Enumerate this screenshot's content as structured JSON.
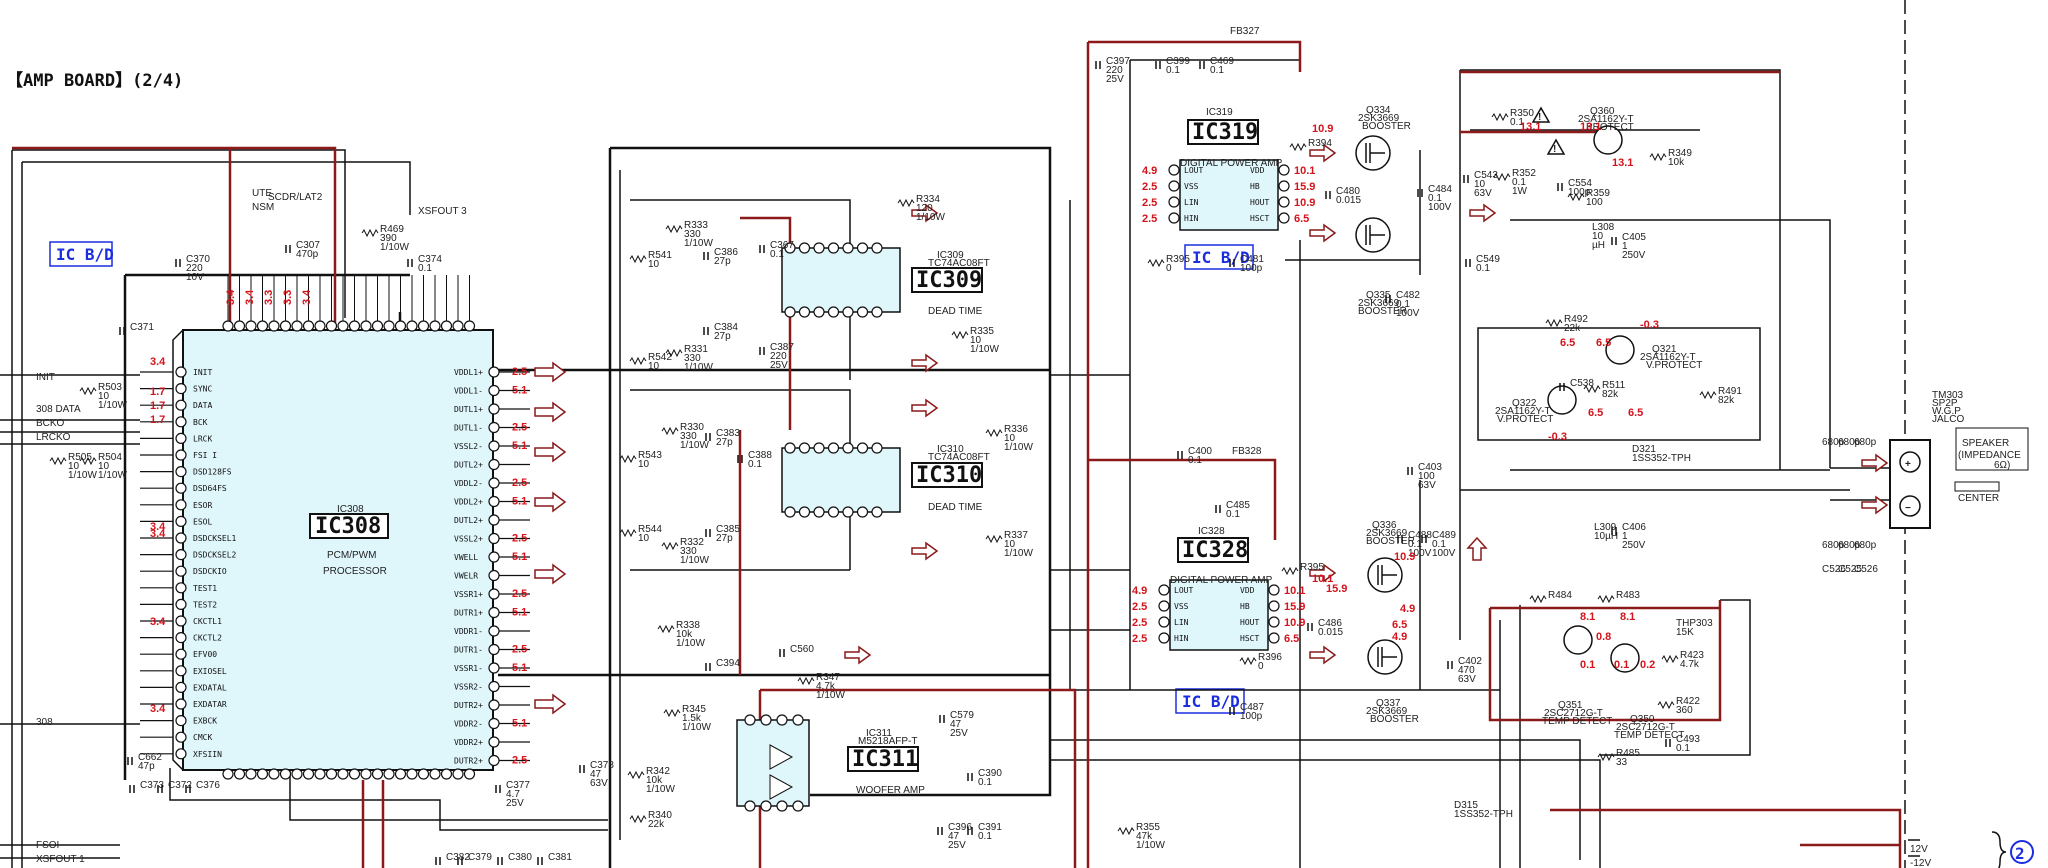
{
  "title": "【AMP BOARD】(2/4)",
  "ic_bd_label": "IC B/D",
  "ic308": {
    "ref": "IC308",
    "name": "IC308",
    "desc1": "PCM/PWM",
    "desc2": "PROCESSOR",
    "left_pins": [
      "INIT",
      "SYNC",
      "DATA",
      "BCK",
      "LRCK",
      "FSI I",
      "DSD128FS",
      "DSD64FS",
      "ESOR",
      "ESOL",
      "DSDCKSEL1",
      "DSDCKSEL2",
      "DSDCKIO",
      "TEST1",
      "TEST2",
      "CKCTL1",
      "CKCTL2",
      "EFV00",
      "EXIOSEL",
      "EXDATAL",
      "EXDATAR",
      "EXBCK",
      "CMCK",
      "XFSIIN"
    ],
    "right_pins": [
      "VDDL1+",
      "VDDL1-",
      "DUTL1+",
      "DUTL1-",
      "VSSL2-",
      "DUTL2+",
      "VDDL2-",
      "VDDL2+",
      "DUTL2+",
      "VSSL2+",
      "VWELL",
      "VWELR",
      "VSSR1+",
      "DUTR1+",
      "VDDR1-",
      "DUTR1-",
      "VSSR1-",
      "VSSR2-",
      "DUTR2+",
      "VDDR2-",
      "VDDR2+",
      "DUTR2+"
    ],
    "left_voltages": [
      "3.4",
      "1.7",
      "1.7",
      "1.7",
      "3.4",
      "3.4",
      "3.4",
      "3.4"
    ],
    "right_voltages": [
      "2.5",
      "5.1",
      "2.5",
      "5.1",
      "2.5",
      "5.1",
      "2.5",
      "5.1",
      "2.5",
      "5.1",
      "2.5",
      "5.1",
      "5.1",
      "2.5"
    ],
    "top_voltages": [
      "3.4",
      "3.4",
      "3.3",
      "3.3",
      "3.4"
    ]
  },
  "left_signals": [
    "INIT",
    "308 DATA",
    "BCKO",
    "LRCKO",
    "308",
    "FSOI",
    "XSFOUT 1"
  ],
  "top_labels": [
    "UTE",
    "NSM",
    "SCDR/LAT2",
    "XSFOUT 3"
  ],
  "ic309": {
    "ref": "IC309",
    "part": "TC74AC08FT",
    "name": "IC309",
    "desc": "DEAD TIME"
  },
  "ic310": {
    "ref": "IC310",
    "part": "TC74AC08FT",
    "name": "IC310",
    "desc": "DEAD TIME"
  },
  "ic311": {
    "ref": "IC311",
    "part": "M5218AFP-T",
    "name": "IC311",
    "desc": "WOOFER AMP"
  },
  "ic319": {
    "ref": "IC319",
    "name": "IC319",
    "desc": "DIGITAL POWER AMP",
    "pins": [
      "LOUT",
      "VSS",
      "LIN",
      "HIN"
    ],
    "pins_r": [
      "VDD",
      "HB",
      "HOUT",
      "HSCT"
    ],
    "volts_l": [
      "4.9",
      "2.5",
      "2.5",
      "2.5"
    ],
    "volts_r": [
      "10.1",
      "15.9",
      "10.9",
      "6.5"
    ]
  },
  "ic328": {
    "ref": "IC328",
    "name": "IC328",
    "desc": "DIGITAL POWER AMP",
    "pins": [
      "LOUT",
      "VSS",
      "LIN",
      "HIN"
    ],
    "pins_r": [
      "VDD",
      "HB",
      "HOUT",
      "HSCT"
    ],
    "volts_l": [
      "4.9",
      "2.5",
      "2.5",
      "2.5"
    ],
    "volts_r": [
      "10.1",
      "15.9",
      "10.9",
      "6.5"
    ]
  },
  "transistors": {
    "q334": {
      "ref": "Q334",
      "part": "2SK3669",
      "role": "BOOSTER"
    },
    "q335": {
      "ref": "Q335",
      "part": "2SK3669",
      "role": "BOOSTER"
    },
    "q336": {
      "ref": "Q336",
      "part": "2SK3669",
      "role": "BOOSTER"
    },
    "q337": {
      "ref": "Q337",
      "part": "2SK3669",
      "role": "BOOSTER"
    },
    "q360": {
      "ref": "Q360",
      "part": "2SA1162Y-T",
      "role": "PROTECT"
    },
    "q321": {
      "ref": "Q321",
      "part": "2SA1162Y-T",
      "role": "V.PROTECT"
    },
    "q322": {
      "ref": "Q322",
      "part": "2SA1162Y-T",
      "role": "V.PROTECT"
    },
    "q351": {
      "ref": "Q351",
      "part": "2SC2712G-T",
      "role": "TEMP DETECT"
    },
    "q350": {
      "ref": "Q350",
      "part": "2SC2712G-T",
      "role": "TEMP DETECT"
    }
  },
  "components": [
    {
      "ref": "R469",
      "val": "390",
      "extra": "1/10W"
    },
    {
      "ref": "C370",
      "val": "220",
      "extra": "10V"
    },
    {
      "ref": "C307",
      "val": "470p",
      "extra": ""
    },
    {
      "ref": "C374",
      "val": "0.1",
      "extra": ""
    },
    {
      "ref": "C371",
      "val": "",
      "extra": ""
    },
    {
      "ref": "R503",
      "val": "10",
      "extra": "1/10W"
    },
    {
      "ref": "R505",
      "val": "10",
      "extra": "1/10W"
    },
    {
      "ref": "R504",
      "val": "10",
      "extra": "1/10W"
    },
    {
      "ref": "C662",
      "val": "47p",
      "extra": ""
    },
    {
      "ref": "C373",
      "val": "",
      "extra": ""
    },
    {
      "ref": "C372",
      "val": "",
      "extra": ""
    },
    {
      "ref": "C376",
      "val": "",
      "extra": ""
    },
    {
      "ref": "C377",
      "val": "4.7",
      "extra": "25V"
    },
    {
      "ref": "C378",
      "val": "47",
      "extra": "63V"
    },
    {
      "ref": "R541",
      "val": "10",
      "extra": ""
    },
    {
      "ref": "R333",
      "val": "330",
      "extra": "1/10W"
    },
    {
      "ref": "C386",
      "val": "27p",
      "extra": ""
    },
    {
      "ref": "C367",
      "val": "0.1",
      "extra": ""
    },
    {
      "ref": "C384",
      "val": "27p",
      "extra": ""
    },
    {
      "ref": "R542",
      "val": "10",
      "extra": ""
    },
    {
      "ref": "R331",
      "val": "330",
      "extra": "1/10W"
    },
    {
      "ref": "C387",
      "val": "220",
      "extra": "25V"
    },
    {
      "ref": "R334",
      "val": "120",
      "extra": "1/10W"
    },
    {
      "ref": "R335",
      "val": "10",
      "extra": "1/10W"
    },
    {
      "ref": "R330",
      "val": "330",
      "extra": "1/10W"
    },
    {
      "ref": "C383",
      "val": "27p",
      "extra": ""
    },
    {
      "ref": "C388",
      "val": "0.1",
      "extra": ""
    },
    {
      "ref": "R543",
      "val": "10",
      "extra": ""
    },
    {
      "ref": "R544",
      "val": "10",
      "extra": ""
    },
    {
      "ref": "R332",
      "val": "330",
      "extra": "1/10W"
    },
    {
      "ref": "C385",
      "val": "27p",
      "extra": ""
    },
    {
      "ref": "R336",
      "val": "10",
      "extra": "1/10W"
    },
    {
      "ref": "R337",
      "val": "10",
      "extra": "1/10W"
    },
    {
      "ref": "R338",
      "val": "10k",
      "extra": "1/10W"
    },
    {
      "ref": "R345",
      "val": "1.5k",
      "extra": "1/10W"
    },
    {
      "ref": "C394",
      "val": "",
      "extra": ""
    },
    {
      "ref": "C560",
      "val": "",
      "extra": ""
    },
    {
      "ref": "R347",
      "val": "4.7k",
      "extra": "1/10W"
    },
    {
      "ref": "R342",
      "val": "10k",
      "extra": "1/10W"
    },
    {
      "ref": "R340",
      "val": "22k",
      "extra": ""
    },
    {
      "ref": "C579",
      "val": "47",
      "extra": "25V"
    },
    {
      "ref": "C390",
      "val": "0.1",
      "extra": ""
    },
    {
      "ref": "C396",
      "val": "47",
      "extra": "25V"
    },
    {
      "ref": "C391",
      "val": "0.1",
      "extra": ""
    },
    {
      "ref": "C397",
      "val": "220",
      "extra": "25V"
    },
    {
      "ref": "C399",
      "val": "0.1",
      "extra": ""
    },
    {
      "ref": "C469",
      "val": "0.1",
      "extra": ""
    },
    {
      "ref": "FB327",
      "val": "",
      "extra": ""
    },
    {
      "ref": "R394",
      "val": "",
      "extra": ""
    },
    {
      "ref": "R395",
      "val": "0",
      "extra": ""
    },
    {
      "ref": "C481",
      "val": "100p",
      "extra": ""
    },
    {
      "ref": "C480",
      "val": "0.015",
      "extra": ""
    },
    {
      "ref": "C484",
      "val": "0.1",
      "extra": "100V"
    },
    {
      "ref": "C543",
      "val": "10",
      "extra": "63V"
    },
    {
      "ref": "C482",
      "val": "0.1",
      "extra": "100V"
    },
    {
      "ref": "C549",
      "val": "0.1",
      "extra": ""
    },
    {
      "ref": "R350",
      "val": "0.1",
      "extra": ""
    },
    {
      "ref": "R352",
      "val": "0.1",
      "extra": "1W"
    },
    {
      "ref": "C554",
      "val": "100p",
      "extra": ""
    },
    {
      "ref": "R359",
      "val": "100",
      "extra": ""
    },
    {
      "ref": "R349",
      "val": "10k",
      "extra": ""
    },
    {
      "ref": "L308",
      "val": "10",
      "extra": "µH"
    },
    {
      "ref": "C405",
      "val": "1",
      "extra": "250V"
    },
    {
      "ref": "R492",
      "val": "22k",
      "extra": ""
    },
    {
      "ref": "R511",
      "val": "82k",
      "extra": ""
    },
    {
      "ref": "R491",
      "val": "82k",
      "extra": ""
    },
    {
      "ref": "C538",
      "val": "",
      "extra": ""
    },
    {
      "ref": "D321",
      "val": "1SS352-TPH",
      "extra": ""
    },
    {
      "ref": "C403",
      "val": "100",
      "extra": "63V"
    },
    {
      "ref": "C400",
      "val": "0.1",
      "extra": ""
    },
    {
      "ref": "FB328",
      "val": "",
      "extra": ""
    },
    {
      "ref": "C485",
      "val": "0.1",
      "extra": ""
    },
    {
      "ref": "R395",
      "val": "",
      "extra": ""
    },
    {
      "ref": "C488",
      "val": "0.1",
      "extra": "100V"
    },
    {
      "ref": "C489",
      "val": "0.1",
      "extra": "100V"
    },
    {
      "ref": "C486",
      "val": "0.015",
      "extra": ""
    },
    {
      "ref": "R396",
      "val": "0",
      "extra": ""
    },
    {
      "ref": "C487",
      "val": "100p",
      "extra": ""
    },
    {
      "ref": "C402",
      "val": "470",
      "extra": "63V"
    },
    {
      "ref": "L309",
      "val": "10µH",
      "extra": ""
    },
    {
      "ref": "C406",
      "val": "1",
      "extra": "250V"
    },
    {
      "ref": "R484",
      "val": "",
      "extra": ""
    },
    {
      "ref": "R483",
      "val": "",
      "extra": ""
    },
    {
      "ref": "THP303",
      "val": "15K",
      "extra": ""
    },
    {
      "ref": "R423",
      "val": "4.7k",
      "extra": ""
    },
    {
      "ref": "R422",
      "val": "360",
      "extra": ""
    },
    {
      "ref": "C493",
      "val": "0.1",
      "extra": ""
    },
    {
      "ref": "R485",
      "val": "33",
      "extra": ""
    },
    {
      "ref": "D315",
      "val": "1SS352-TPH",
      "extra": ""
    },
    {
      "ref": "R355",
      "val": "47k",
      "extra": "1/10W"
    },
    {
      "ref": "C382",
      "val": "",
      "extra": ""
    },
    {
      "ref": "C379",
      "val": "",
      "extra": ""
    },
    {
      "ref": "C380",
      "val": "",
      "extra": ""
    },
    {
      "ref": "C381",
      "val": "",
      "extra": ""
    }
  ],
  "speaker": {
    "ref": "TM303",
    "desc1": "SP2P",
    "desc2": "W.G.P",
    "desc3": "JALCO",
    "label1": "SPEAKER",
    "label2": "(IMPEDANCE",
    "label3": "6Ω)",
    "center": "CENTER",
    "plus": "+",
    "minus": "−"
  },
  "supply_labels": [
    "12V",
    "-12V"
  ],
  "page_ref": "2",
  "cap_cluster_top": [
    "680p",
    "680p",
    "680p"
  ],
  "cap_cluster_bottom": [
    "680p",
    "680p",
    "680p"
  ],
  "cap_cluster_refs": [
    "C526",
    "C525",
    "C526"
  ],
  "voltages_right": [
    "10.9",
    "13.1",
    "13.1",
    "13.1",
    "-0.3",
    "6.5",
    "6.5",
    "6.5",
    "6.5",
    "-0.3",
    "10.1",
    "15.9",
    "10.9",
    "6.5",
    "4.9",
    "4.9",
    "0.1",
    "0.8",
    "0.1",
    "0.2",
    "8.1",
    "8.1"
  ]
}
